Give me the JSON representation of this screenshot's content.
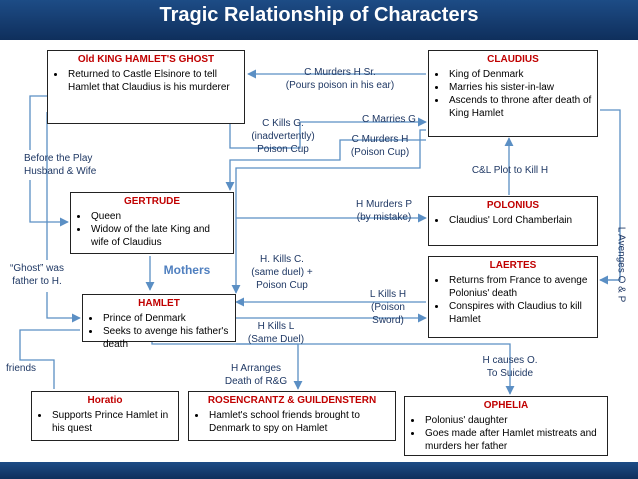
{
  "title": "Tragic Relationship of Characters",
  "colors": {
    "header": "#17427a",
    "box_title": "#c00000",
    "label": "#1f3864",
    "arrow": "#5b8fc4"
  },
  "boxes": {
    "ghost": {
      "title": "Old KING HAMLET'S GHOST",
      "items": [
        "Returned to Castle Elsinore to tell Hamlet that Claudius is his murderer"
      ]
    },
    "claudius": {
      "title": "CLAUDIUS",
      "items": [
        "King of Denmark",
        "Marries his sister-in-law",
        "Ascends to throne after death of King Hamlet"
      ]
    },
    "gertrude": {
      "title": "GERTRUDE",
      "items": [
        "Queen",
        "Widow of the late King and wife of Claudius"
      ]
    },
    "polonius": {
      "title": "POLONIUS",
      "items": [
        "Claudius' Lord Chamberlain"
      ]
    },
    "laertes": {
      "title": "LAERTES",
      "items": [
        "Returns from France to avenge Polonius' death",
        "Conspires with Claudius to kill Hamlet"
      ]
    },
    "hamlet": {
      "title": "HAMLET",
      "items": [
        "Prince of Denmark",
        "Seeks to avenge his father's death"
      ]
    },
    "horatio": {
      "title": "Horatio",
      "items": [
        "Supports Prince Hamlet in his quest"
      ]
    },
    "rg": {
      "title": "ROSENCRANTZ & GUILDENSTERN",
      "items": [
        "Hamlet's school friends brought to Denmark to spy on Hamlet"
      ]
    },
    "ophelia": {
      "title": "OPHELIA",
      "items": [
        "Polonius' daughter",
        "Goes made after Hamlet mistreats and murders her father"
      ]
    }
  },
  "labels": {
    "c_murders_h_sr": [
      "C Murders  H Sr.",
      "(Pours poison in his ear)"
    ],
    "c_marries_g": [
      "C Marries G"
    ],
    "c_kills_g": [
      "C Kills  G.",
      "(inadvertently)",
      "Poison Cup"
    ],
    "c_murders_h": [
      "C Murders  H",
      "(Poison Cup)"
    ],
    "before_play": [
      "Before the Play",
      "Husband & Wife"
    ],
    "cl_plot": [
      "C&L Plot to Kill H"
    ],
    "h_murders_p": [
      "H Murders P",
      "(by mistake)"
    ],
    "ghost_father": [
      "“Ghost” was",
      "father to H."
    ],
    "mothers": [
      "Mothers"
    ],
    "h_kills_c": [
      "H. Kills  C.",
      "(same duel) +",
      "Poison Cup"
    ],
    "l_kills_h": [
      "L Kills H",
      "(Poison",
      "Sword)"
    ],
    "h_kills_l": [
      "H Kills L",
      "(Same Duel)"
    ],
    "l_avenges": [
      "L Avenges O & P"
    ],
    "friends": [
      "friends"
    ],
    "h_arranges": [
      "H  Arranges",
      "Death of R&G"
    ],
    "h_causes_o": [
      "H causes O.",
      "To Suicide"
    ]
  }
}
